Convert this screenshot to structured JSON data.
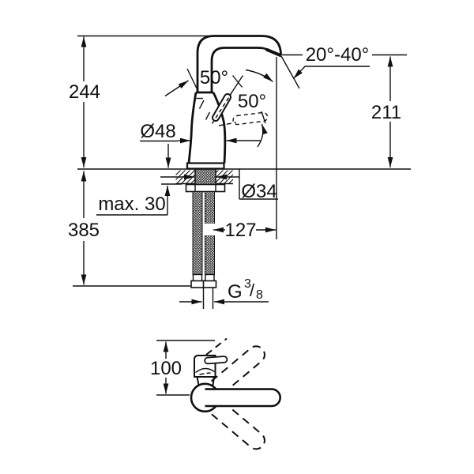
{
  "drawing": {
    "type": "technical-dimension-drawing",
    "subject": "single-lever basin mixer faucet, side elevation and plan view with swivel range",
    "colors": {
      "line": "#111111",
      "background": "#ffffff"
    },
    "labels": {
      "height_total": "244",
      "height_outlet": "211",
      "depth_below_deck": "385",
      "body_diameter": "Ø48",
      "hole_diameter": "Ø34",
      "max_deck_thickness": "max. 30",
      "outlet_offset": "127",
      "handle_angle_open": "50°",
      "handle_angle_swivel": "50°",
      "outlet_angle_range": "20°-40°",
      "top_view_height": "100",
      "thread": {
        "prefix": "G",
        "numerator": "3",
        "slash": "/",
        "denominator": "8"
      }
    }
  }
}
